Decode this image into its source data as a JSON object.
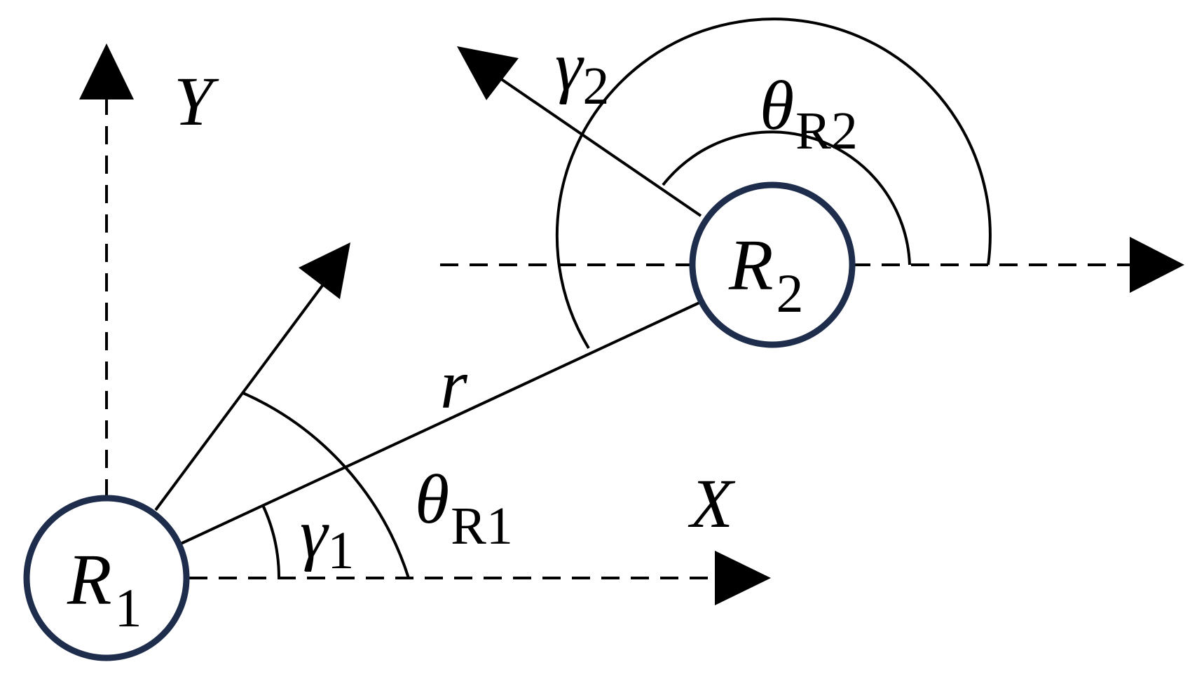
{
  "colors": {
    "node_outline": "#1f2d4d",
    "line": "#000000",
    "background": "#ffffff"
  },
  "labels": {
    "y_axis": "Y",
    "x_axis": "X",
    "distance": "r",
    "node1": {
      "base": "R",
      "sub": "1"
    },
    "node2": {
      "base": "R",
      "sub": "2"
    },
    "gamma1": {
      "base": "γ",
      "sub": "1"
    },
    "gamma2": {
      "base": "γ",
      "sub": "2"
    },
    "theta_r1": {
      "base": "θ",
      "sub": "R1"
    },
    "theta_r2": {
      "base": "θ",
      "sub": "R2"
    }
  }
}
